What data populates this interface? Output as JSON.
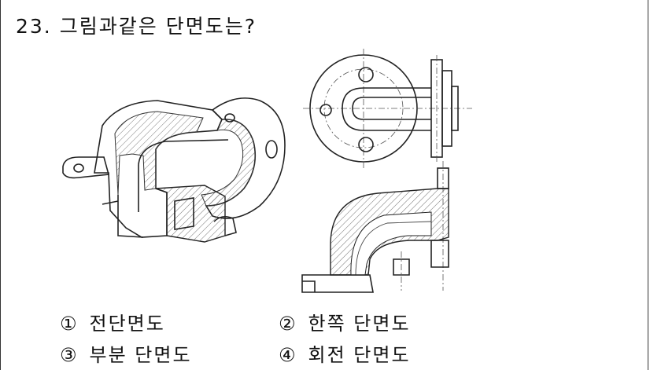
{
  "question": {
    "number": "23.",
    "text": "그림과같은 단면도는?"
  },
  "choices": [
    {
      "mark": "①",
      "text": "전단면도"
    },
    {
      "mark": "②",
      "text": "한쪽 단면도"
    },
    {
      "mark": "③",
      "text": "부분 단면도"
    },
    {
      "mark": "④",
      "text": "회전 단면도"
    }
  ]
}
